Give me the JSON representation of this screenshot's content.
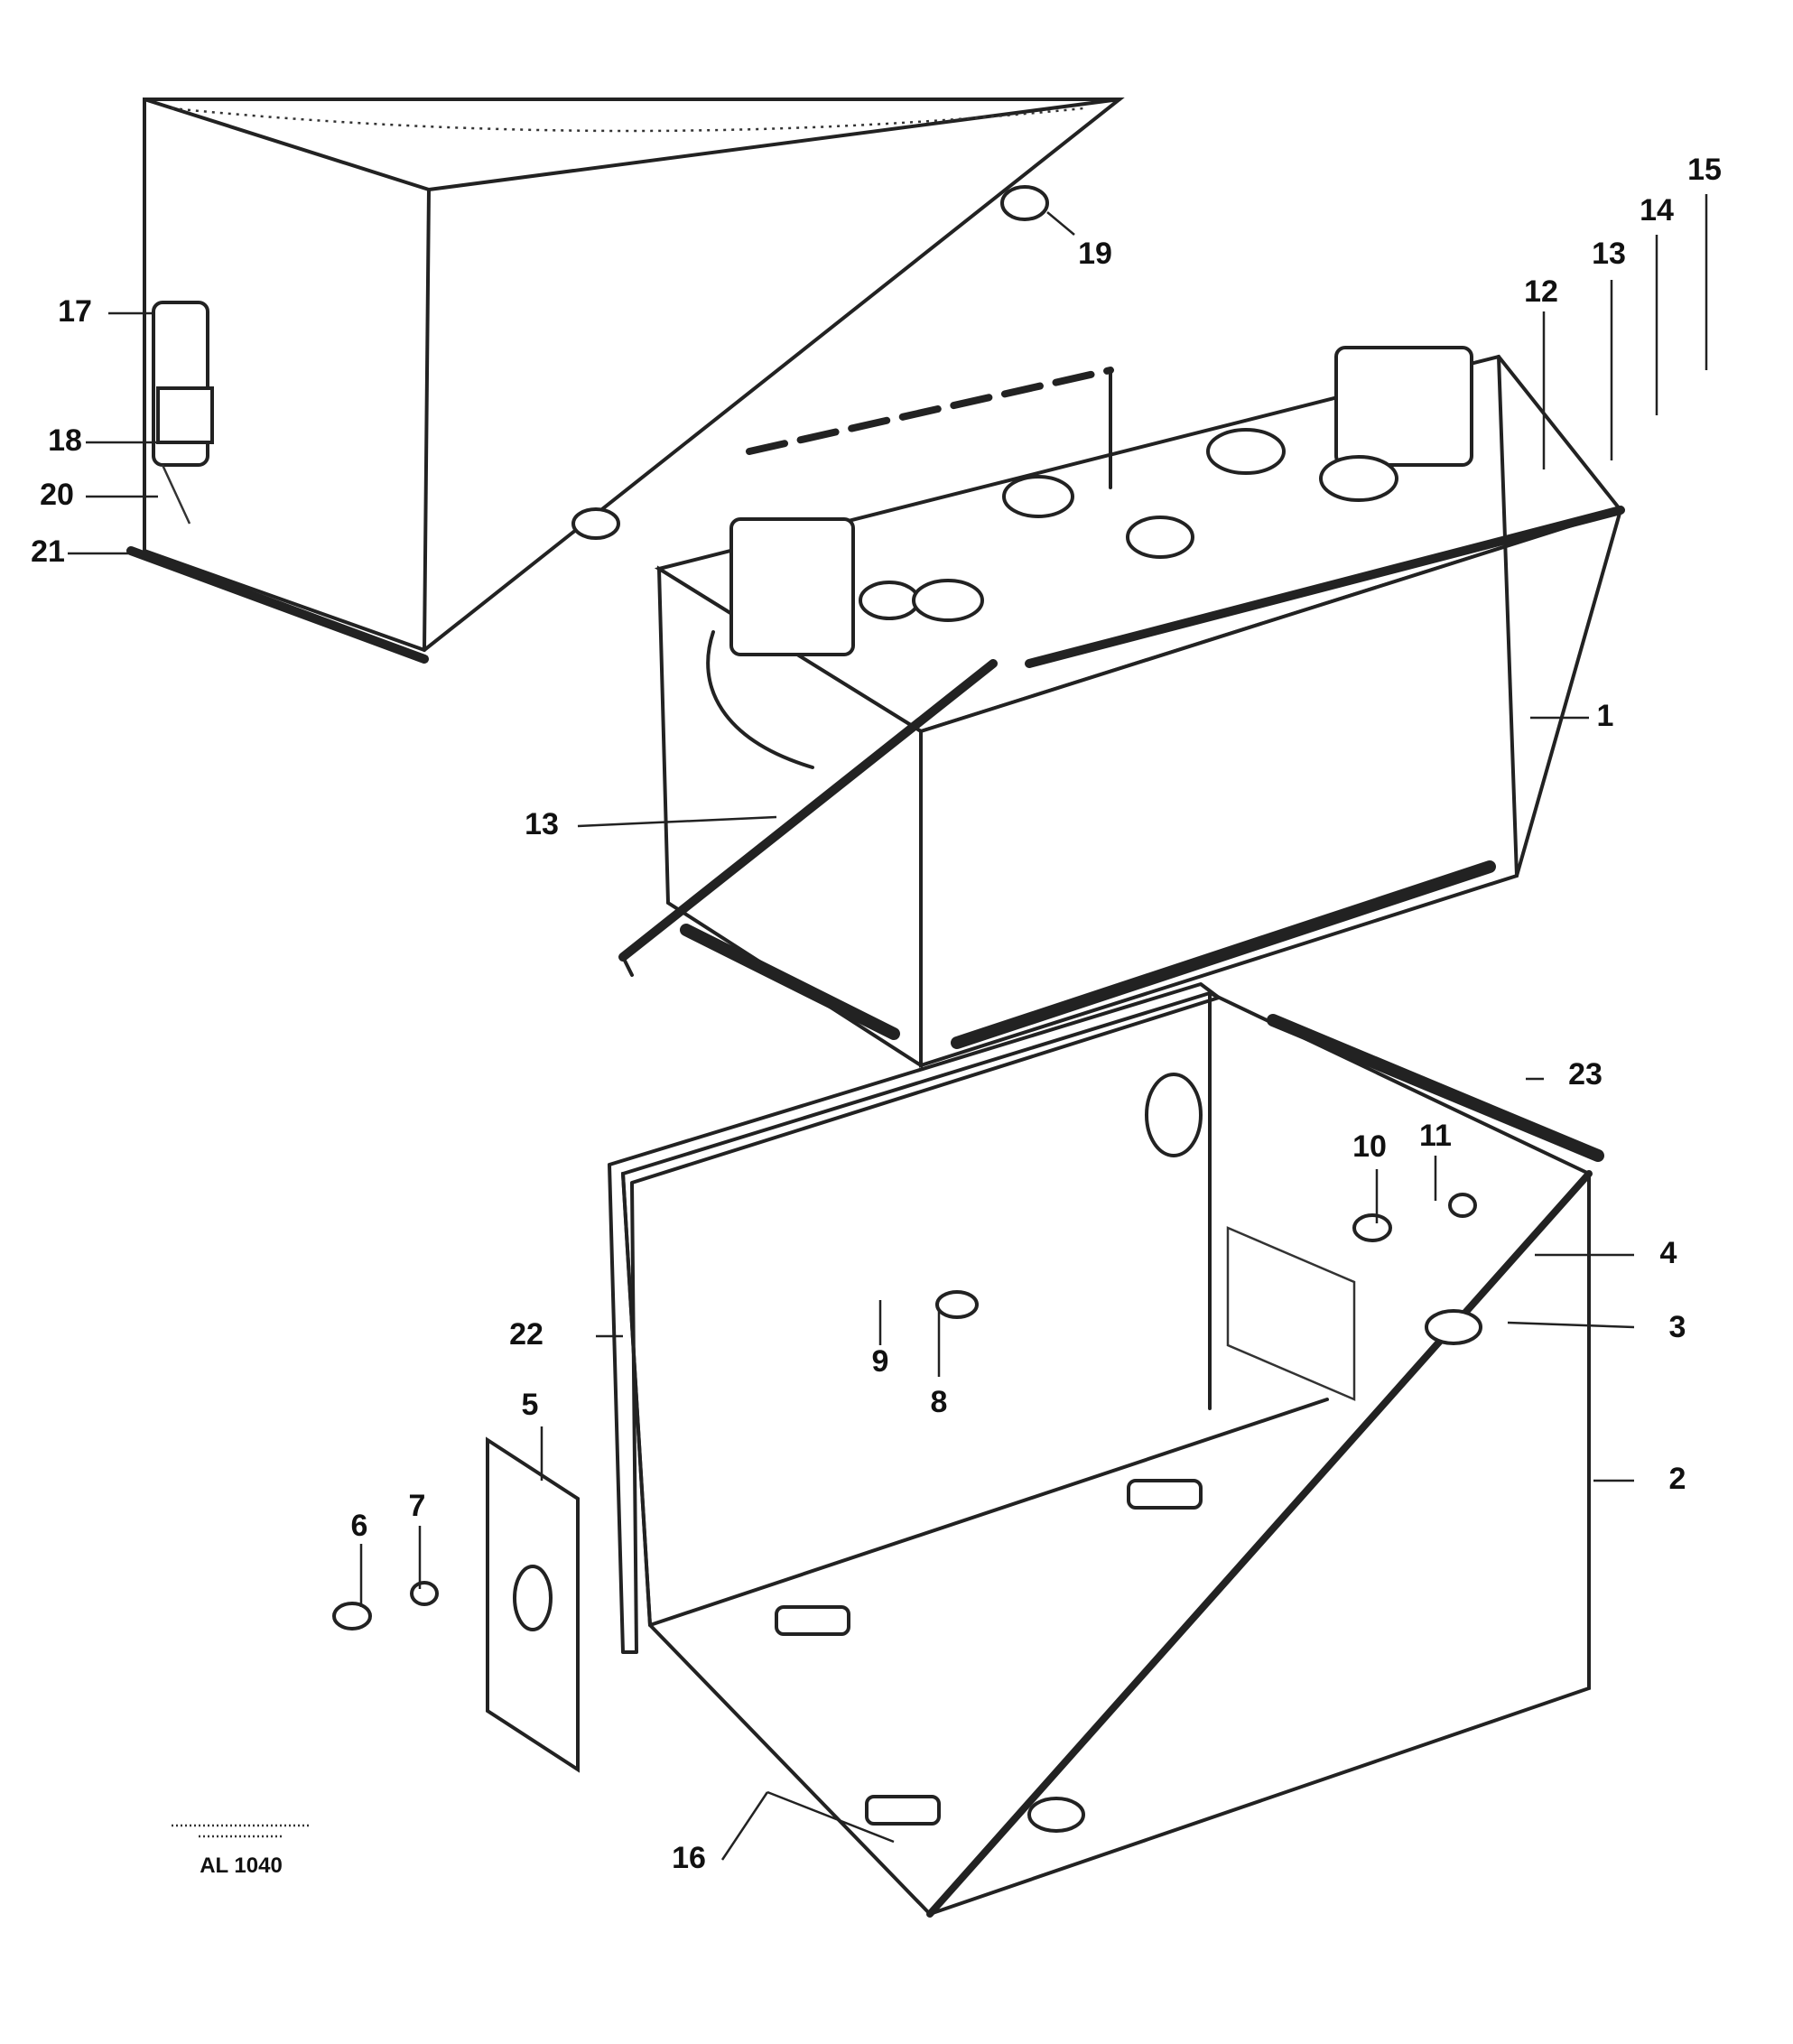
{
  "callouts": {
    "c1": "1",
    "c2": "2",
    "c3": "3",
    "c4": "4",
    "c5": "5",
    "c6": "6",
    "c7": "7",
    "c8": "8",
    "c9": "9",
    "c10": "10",
    "c11": "11",
    "c12": "12",
    "c13a": "13",
    "c13b": "13",
    "c14": "14",
    "c15": "15",
    "c16": "16",
    "c17": "17",
    "c18": "18",
    "c19": "19",
    "c20": "20",
    "c21": "21",
    "c22": "22",
    "c23": "23"
  },
  "reference": {
    "code": "AL 1040"
  }
}
